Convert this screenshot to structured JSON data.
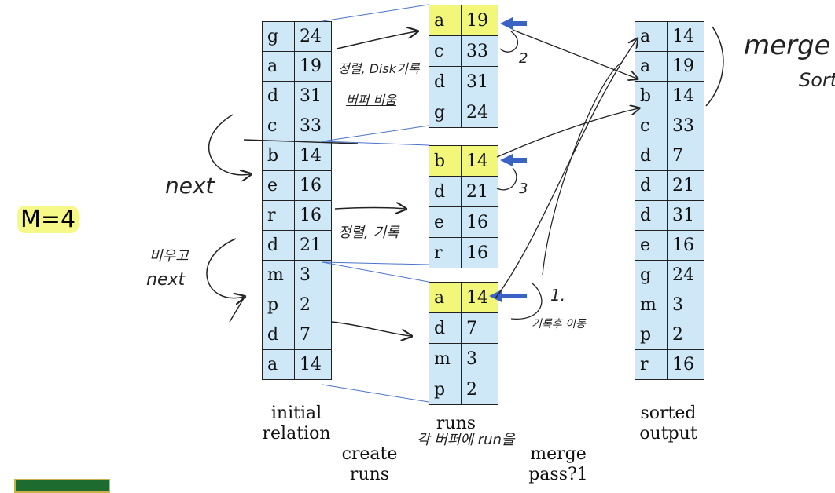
{
  "memory_label": "M=4",
  "initial_relation": {
    "rows": [
      [
        "g",
        "24"
      ],
      [
        "a",
        "19"
      ],
      [
        "d",
        "31"
      ],
      [
        "c",
        "33"
      ],
      [
        "b",
        "14"
      ],
      [
        "e",
        "16"
      ],
      [
        "r",
        "16"
      ],
      [
        "d",
        "21"
      ],
      [
        "m",
        "3"
      ],
      [
        "p",
        "2"
      ],
      [
        "d",
        "7"
      ],
      [
        "a",
        "14"
      ]
    ]
  },
  "runs": [
    {
      "rows": [
        [
          "a",
          "19"
        ],
        [
          "c",
          "33"
        ],
        [
          "d",
          "31"
        ],
        [
          "g",
          "24"
        ]
      ]
    },
    {
      "rows": [
        [
          "b",
          "14"
        ],
        [
          "d",
          "21"
        ],
        [
          "e",
          "16"
        ],
        [
          "r",
          "16"
        ]
      ]
    },
    {
      "rows": [
        [
          "a",
          "14"
        ],
        [
          "d",
          "7"
        ],
        [
          "m",
          "3"
        ],
        [
          "p",
          "2"
        ]
      ]
    }
  ],
  "sorted_output": {
    "rows": [
      [
        "a",
        "14"
      ],
      [
        "a",
        "19"
      ],
      [
        "b",
        "14"
      ],
      [
        "c",
        "33"
      ],
      [
        "d",
        "7"
      ],
      [
        "d",
        "21"
      ],
      [
        "d",
        "31"
      ],
      [
        "e",
        "16"
      ],
      [
        "g",
        "24"
      ],
      [
        "m",
        "3"
      ],
      [
        "p",
        "2"
      ],
      [
        "r",
        "16"
      ]
    ]
  },
  "labels": {
    "initial_1": "initial",
    "initial_2": "relation",
    "runs": "runs",
    "sorted_1": "sorted",
    "sorted_2": "output",
    "create_1": "create",
    "create_2": "runs",
    "merge_1": "merge",
    "merge_2": "pass?1"
  },
  "handwriting": {
    "next_1": "next",
    "next_2": "next",
    "bium": "비우고",
    "sort_disk": "정렬, Disk기록",
    "buffer_empty": "버퍼 비움",
    "sort_write": "정렬, 기록",
    "merge": "merge",
    "sort": "Sort",
    "num_1": "1.",
    "num_2": "2",
    "num_3": "3",
    "record_output": "기록후 이동",
    "buffer_run": "각 버퍼에 run을"
  }
}
